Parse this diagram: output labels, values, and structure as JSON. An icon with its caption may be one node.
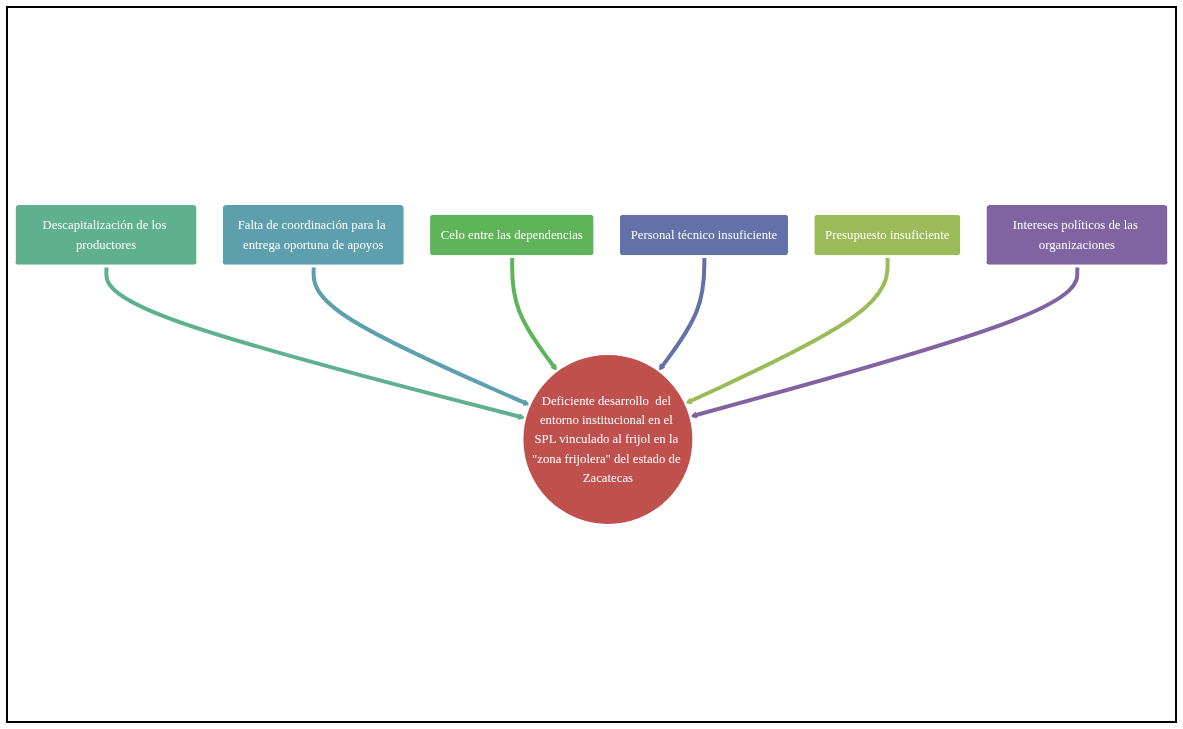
{
  "diagram": {
    "nodes": [
      {
        "text": [
          "Descapitalización de los productores"
        ]
      },
      {
        "text": [
          "Falta de coordinación para la entrega oportuna de apoyos"
        ]
      },
      {
        "text": [
          "Celo entre las dependencias"
        ]
      },
      {
        "text": [
          "Personal técnico insuficiente"
        ]
      },
      {
        "text": [
          "Presupuesto insuficiente"
        ]
      },
      {
        "text": [
          "Deficiente desarrollo  del entorno institucional en el SPL vinculado al frijol en la \"zona frijolera\" del estado de Zacatecas"
        ]
      },
      {
        "text": [
          "Intereses políticos de las organizaciones"
        ]
      }
    ],
    "edges": [
      {
        "from": 0,
        "to": 5,
        "arrow": "to",
        "color": "#5fb08e"
      },
      {
        "from": 1,
        "to": 5,
        "arrow": "to",
        "color": "#5e9fae"
      },
      {
        "from": 2,
        "to": 5,
        "arrow": "to",
        "color": "#5fb45a"
      },
      {
        "from": 3,
        "to": 5,
        "arrow": "to",
        "color": "#6271a8"
      },
      {
        "from": 4,
        "to": 5,
        "arrow": "to",
        "color": "#9bbb59"
      },
      {
        "from": 6,
        "to": 5,
        "arrow": "to",
        "color": "#8064a2"
      }
    ]
  }
}
